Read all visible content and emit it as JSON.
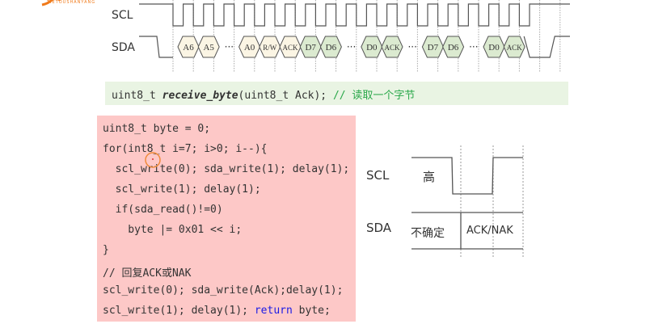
{
  "logo": {
    "text": "TIETOUSHANYANG",
    "color": "#f07a1a"
  },
  "timing_top": {
    "scl_label": "SCL",
    "sda_label": "SDA",
    "slots": [
      {
        "label": "A6",
        "kind": "addr"
      },
      {
        "label": "A5",
        "kind": "addr"
      },
      {
        "label": "···",
        "kind": "dots"
      },
      {
        "label": "A0",
        "kind": "addr"
      },
      {
        "label": "R/W",
        "kind": "addr"
      },
      {
        "label": "ACK",
        "kind": "addr"
      },
      {
        "label": "D7",
        "kind": "data"
      },
      {
        "label": "D6",
        "kind": "data"
      },
      {
        "label": "···",
        "kind": "dots"
      },
      {
        "label": "D0",
        "kind": "data"
      },
      {
        "label": "ACK",
        "kind": "data"
      },
      {
        "label": "···",
        "kind": "dots"
      },
      {
        "label": "D7",
        "kind": "data"
      },
      {
        "label": "D6",
        "kind": "data"
      },
      {
        "label": "···",
        "kind": "dots"
      },
      {
        "label": "D0",
        "kind": "data"
      },
      {
        "label": "ACK",
        "kind": "data"
      }
    ],
    "colors": {
      "addr": "#fbf5e4",
      "data": "#dbead0",
      "line": "#555555"
    }
  },
  "signature": {
    "type": "uint8_t ",
    "name": "receive_byte",
    "params": "(uint8_t Ack); ",
    "comment": "// 读取一个字节"
  },
  "code": {
    "lines": [
      "uint8_t byte = 0;",
      "for(int8_t i=7; i>0; i--){",
      "  scl_write(0); sda_write(1); delay(1);",
      "  scl_write(1); delay(1);",
      "  if(sda_read()!=0)",
      "    byte |= 0x01 << i;",
      "}",
      "// 回复ACK或NAK",
      "scl_write(0); sda_write(Ack);delay(1);",
      "scl_write(1); delay(1); "
    ],
    "return_kw": "return",
    "return_tail": " byte;"
  },
  "timing_right": {
    "scl_label": "SCL",
    "sda_label": "SDA",
    "high_label": "高",
    "uncertain_label": "不确定",
    "ack_label": "ACK/NAK"
  }
}
